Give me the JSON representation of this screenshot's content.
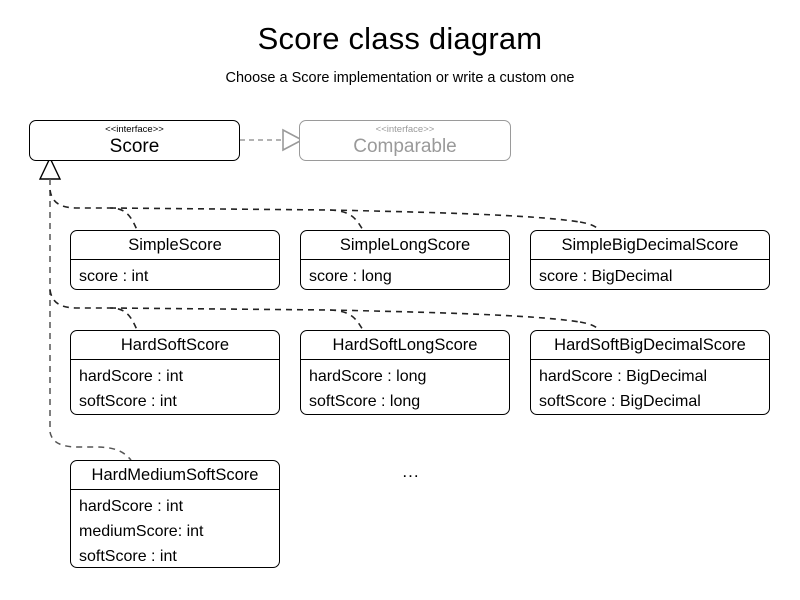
{
  "page": {
    "title": "Score class diagram",
    "subtitle": "Choose a Score implementation or write a custom one",
    "ellipsis": "...",
    "colors": {
      "background": "#ffffff",
      "stroke": "#000000",
      "muted_stroke": "#9a9a9a",
      "muted_text": "#9a9a9a",
      "connector": "#555555"
    }
  },
  "interfaces": [
    {
      "id": "score",
      "stereotype": "<<interface>>",
      "name": "Score",
      "muted": false
    },
    {
      "id": "comparable",
      "stereotype": "<<interface>>",
      "name": "Comparable",
      "muted": true
    }
  ],
  "classes": [
    {
      "id": "simple-score",
      "name": "SimpleScore",
      "attributes": [
        "score : int"
      ]
    },
    {
      "id": "simple-long-score",
      "name": "SimpleLongScore",
      "attributes": [
        "score : long"
      ]
    },
    {
      "id": "simple-big-decimal-score",
      "name": "SimpleBigDecimalScore",
      "attributes": [
        "score : BigDecimal"
      ]
    },
    {
      "id": "hard-soft-score",
      "name": "HardSoftScore",
      "attributes": [
        "hardScore : int",
        "softScore : int"
      ]
    },
    {
      "id": "hard-soft-long-score",
      "name": "HardSoftLongScore",
      "attributes": [
        "hardScore : long",
        "softScore : long"
      ]
    },
    {
      "id": "hard-soft-big-decimal-score",
      "name": "HardSoftBigDecimalScore",
      "attributes": [
        "hardScore : BigDecimal",
        "softScore : BigDecimal"
      ]
    },
    {
      "id": "hard-medium-soft-score",
      "name": "HardMediumSoftScore",
      "attributes": [
        "hardScore : int",
        "mediumScore: int",
        "softScore : int"
      ]
    }
  ],
  "relationships": [
    {
      "type": "realization",
      "from": "Score",
      "to": "Comparable",
      "style": "dashed-hollow-triangle",
      "muted": true
    },
    {
      "type": "generalization",
      "from": "SimpleScore",
      "to": "Score",
      "style": "dashed-hollow-triangle"
    },
    {
      "type": "generalization",
      "from": "SimpleLongScore",
      "to": "Score",
      "style": "dashed-hollow-triangle"
    },
    {
      "type": "generalization",
      "from": "SimpleBigDecimalScore",
      "to": "Score",
      "style": "dashed-hollow-triangle"
    },
    {
      "type": "generalization",
      "from": "HardSoftScore",
      "to": "Score",
      "style": "dashed-hollow-triangle"
    },
    {
      "type": "generalization",
      "from": "HardSoftLongScore",
      "to": "Score",
      "style": "dashed-hollow-triangle"
    },
    {
      "type": "generalization",
      "from": "HardSoftBigDecimalScore",
      "to": "Score",
      "style": "dashed-hollow-triangle"
    },
    {
      "type": "generalization",
      "from": "HardMediumSoftScore",
      "to": "Score",
      "style": "dashed-hollow-triangle"
    }
  ]
}
